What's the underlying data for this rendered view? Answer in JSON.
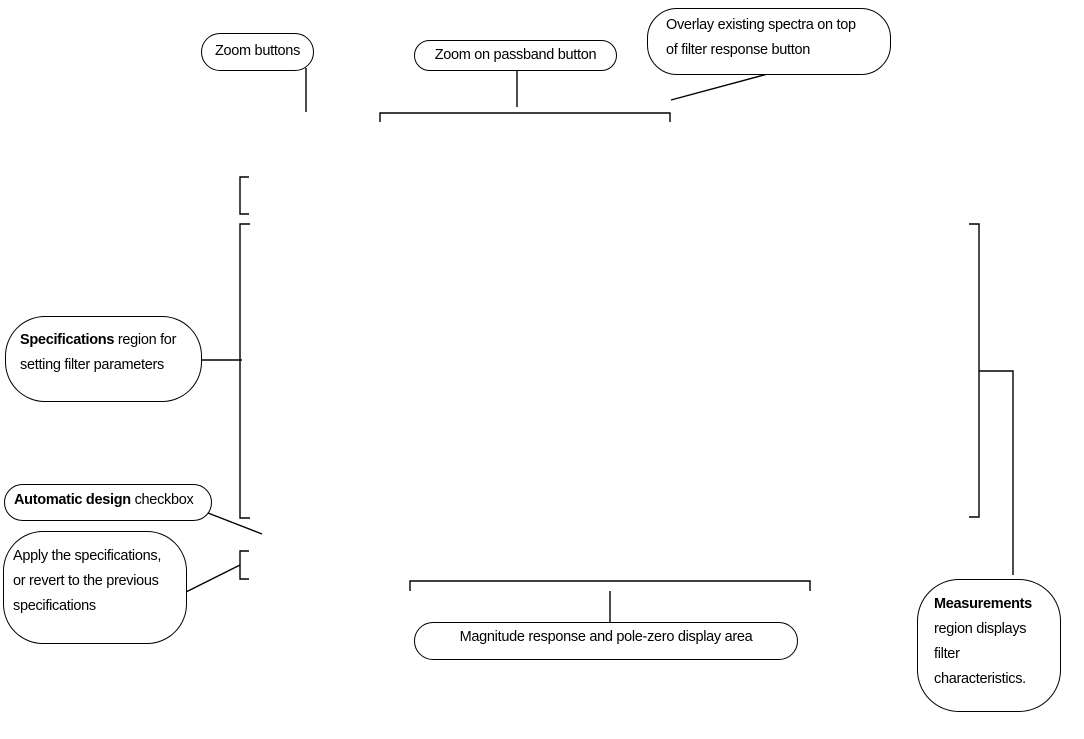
{
  "callouts": {
    "zoom_buttons": "Zoom buttons",
    "zoom_passband": "Zoom on passband button",
    "overlay_line1": "Overlay existing spectra on top",
    "overlay_line2": "of filter response button",
    "specifications_bold": "Specifications",
    "specifications_rest1": " region for",
    "specifications_line2": "setting filter parameters",
    "automatic_bold": "Automatic design",
    "automatic_rest": " checkbox",
    "apply_line1": "Apply the specifications,",
    "apply_line2": "or revert to the previous",
    "apply_line3": "specifications",
    "display_area": "Magnitude response and pole-zero display area",
    "measurements_bold": "Measurements",
    "measurements_line2": "region displays",
    "measurements_line3": "filter",
    "measurements_line4": "characteristics."
  }
}
